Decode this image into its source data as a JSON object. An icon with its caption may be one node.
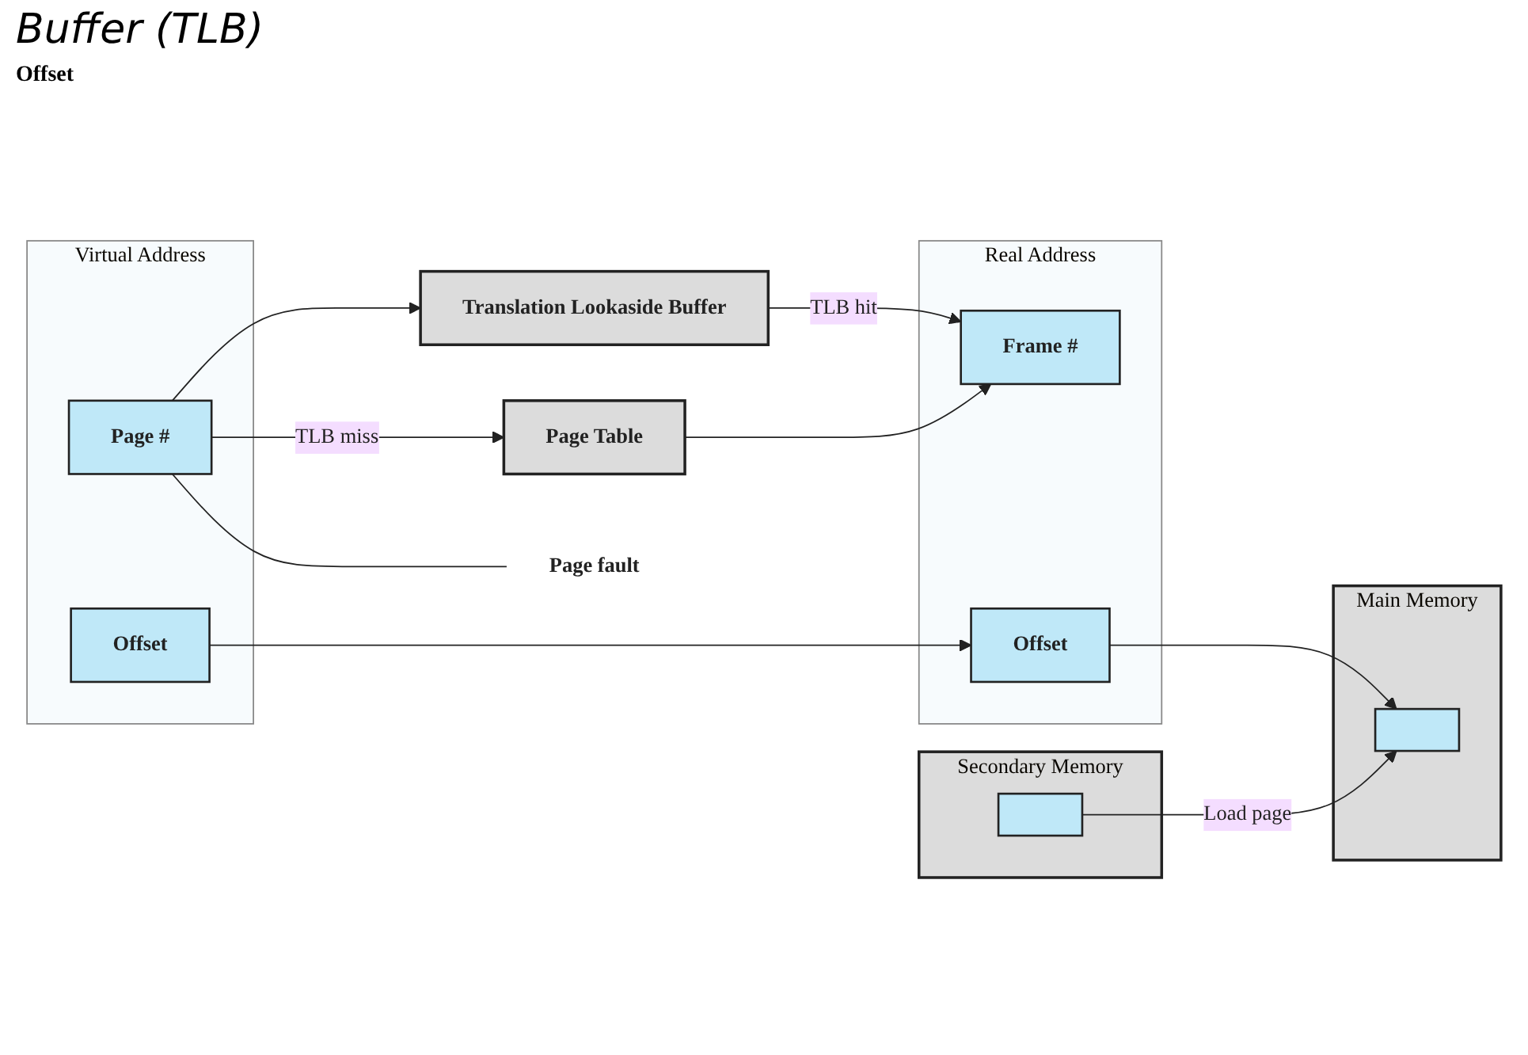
{
  "diagram": {
    "title": "Buffer (TLB)",
    "nodes": [
      {
        "text": [
          "Virtual Address"
        ]
      },
      {
        "text": [
          "Page #"
        ],
        "in": 0
      },
      {
        "text": [
          "Offset"
        ],
        "in": 0
      },
      {
        "text": [
          "Translation Lookaside Buffer"
        ]
      },
      {
        "text": [
          "Page Table"
        ]
      },
      {
        "text": [
          "Real Address"
        ]
      },
      {
        "text": [
          "Frame #"
        ],
        "in": 5
      },
      {
        "text": [
          "Offset"
        ],
        "in": 5
      },
      {
        "text": [
          "Main Memory"
        ]
      },
      {
        "text": [],
        "shape": "bar",
        "in": 8
      },
      {
        "text": [
          "Secondary Memory"
        ]
      },
      {
        "text": [],
        "shape": "bar",
        "in": 10
      },
      {
        "text": [
          "Page fault"
        ]
      }
    ],
    "edges": [
      {
        "from": 1,
        "to": 3,
        "arrow": "to"
      },
      {
        "from": 2,
        "to": 7,
        "arrow": "to"
      },
      {
        "from": 3,
        "to": 6,
        "label": "TLB hit",
        "arrow": "to"
      },
      {
        "from": 1,
        "to": 4,
        "label": "TLB miss",
        "arrow": "to"
      },
      {
        "from": 4,
        "to": 6,
        "arrow": "to"
      },
      {
        "from": 7,
        "to": 9,
        "arrow": "to"
      },
      {
        "from": 11,
        "to": 9,
        "label": "Load page",
        "arrow": "to"
      },
      {
        "from": 1,
        "to": 12,
        "arrow": "none"
      }
    ],
    "labels": [
      "Offset"
    ]
  }
}
